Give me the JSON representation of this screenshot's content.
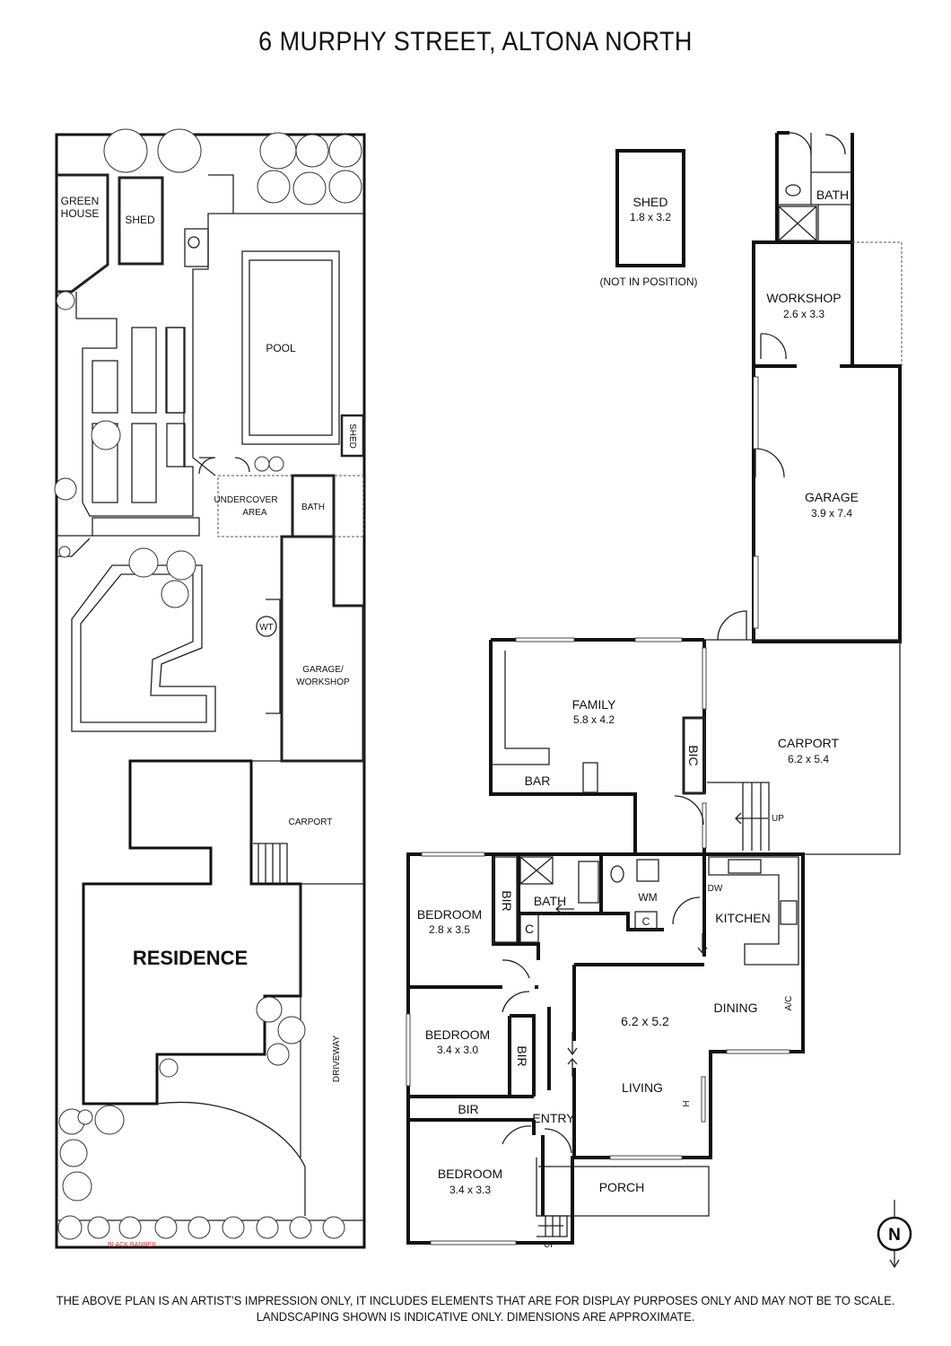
{
  "title": "6 MURPHY STREET, ALTONA NORTH",
  "site_plan": {
    "green_house_1": "GREEN",
    "green_house_2": "HOUSE",
    "shed": "SHED",
    "pool": "POOL",
    "shed_side": "SHED",
    "undercover_1": "UNDERCOVER",
    "undercover_2": "AREA",
    "bath": "BATH",
    "wt": "WT",
    "garage_1": "GARAGE/",
    "garage_2": "WORKSHOP",
    "carport": "CARPORT",
    "residence": "RESIDENCE",
    "driveway": "DRIVEWAY",
    "credit": "BLACK BANNER"
  },
  "floor_plan": {
    "shed_label": "SHED",
    "shed_dim": "1.8 x 3.2",
    "shed_note": "(NOT IN POSITION)",
    "bath_top": "BATH",
    "workshop": "WORKSHOP",
    "workshop_dim": "2.6 x 3.3",
    "garage": "GARAGE",
    "garage_dim": "3.9 x 7.4",
    "family": "FAMILY",
    "family_dim": "5.8 x 4.2",
    "bar": "BAR",
    "bic": "BIC",
    "carport": "CARPORT",
    "carport_dim": "6.2 x 5.4",
    "up": "UP",
    "bedroom1": "BEDROOM",
    "bedroom1_dim": "2.8 x 3.5",
    "bir1": "BIR",
    "bath": "BATH",
    "c1": "C",
    "wm": "WM",
    "c2": "C",
    "dw": "DW",
    "kitchen": "KITCHEN",
    "bedroom2": "BEDROOM",
    "bedroom2_dim": "3.4 x 3.0",
    "bir2": "BIR",
    "living_dim": "6.2 x 5.2",
    "dining": "DINING",
    "ac": "A/C",
    "living": "LIVING",
    "h": "H",
    "bir3": "BIR",
    "entry": "ENTRY",
    "bedroom3": "BEDROOM",
    "bedroom3_dim": "3.4 x 3.3",
    "porch": "PORCH",
    "up2": "UP",
    "north": "N"
  },
  "disclaimer": {
    "line1": "THE ABOVE PLAN IS AN ARTIST’S IMPRESSION ONLY, IT INCLUDES ELEMENTS THAT ARE FOR DISPLAY PURPOSES ONLY AND MAY NOT BE TO SCALE.",
    "line2": "LANDSCAPING SHOWN IS INDICATIVE ONLY. DIMENSIONS ARE APPROXIMATE."
  }
}
